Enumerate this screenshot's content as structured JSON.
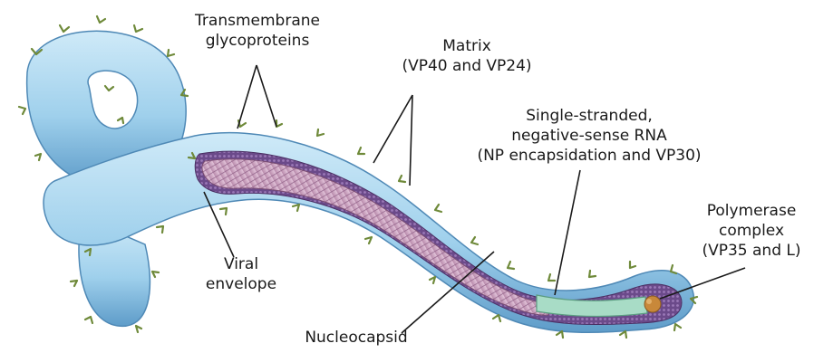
{
  "labels": {
    "transmembrane": [
      "Transmembrane",
      "glycoproteins"
    ],
    "matrix": [
      "Matrix",
      "(VP40 and VP24)"
    ],
    "rna": [
      "Single-stranded,",
      "negative-sense RNA",
      "(NP encapsidation and VP30)"
    ],
    "polymerase": [
      "Polymerase",
      "complex",
      "(VP35 and L)"
    ],
    "envelope": [
      "Viral",
      "envelope"
    ],
    "nucleocapsid": [
      "Nucleocapsid"
    ]
  },
  "colors": {
    "envelope": "#9fd0ec",
    "envelope_dark": "#5e9cc9",
    "matrix": "#6b4a8a",
    "nucleocapsid": "#c8a2bf",
    "rna": "#a8dcc6",
    "polymerase": "#c8883a",
    "glycoprotein": "#6f8a3a"
  }
}
